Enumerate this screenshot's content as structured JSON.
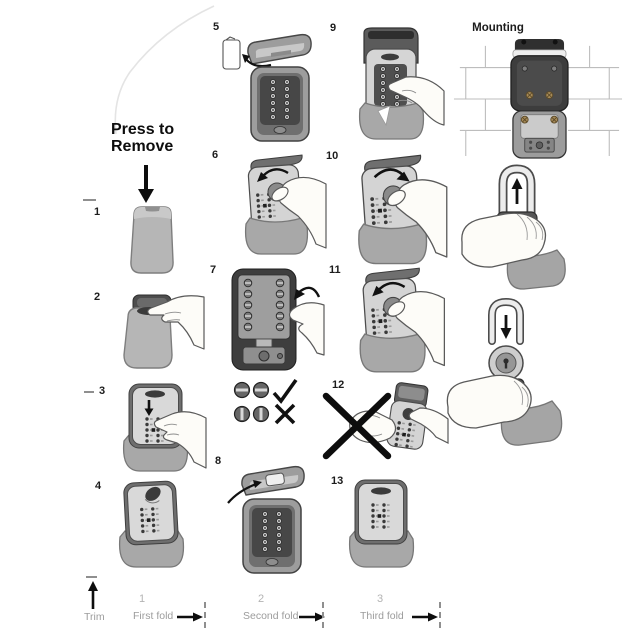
{
  "document": {
    "type": "printed instruction sheet",
    "background": "#ffffff"
  },
  "labels": {
    "press_to_remove": {
      "line1": "Press to",
      "line2": "Remove"
    },
    "mounting": "Mounting"
  },
  "steps": [
    {
      "number": "1",
      "illustration": "protective cover shell"
    },
    {
      "number": "2",
      "illustration": "hand lifting cover off lock box"
    },
    {
      "number": "3",
      "illustration": "finger pressing code buttons with down arrow"
    },
    {
      "number": "4",
      "illustration": "closed lock box with dial in cover"
    },
    {
      "number": "5",
      "illustration": "open lock box, card removed from lid"
    },
    {
      "number": "6",
      "illustration": "hand turning dial with curved arrow"
    },
    {
      "number": "7",
      "illustration": "fingers turning screws on back panel"
    },
    {
      "number": "8",
      "illustration": "key placed into lid compartment"
    },
    {
      "number": "9",
      "illustration": "finger entering code on open lock box"
    },
    {
      "number": "10",
      "illustration": "hand turning dial with curved arrow"
    },
    {
      "number": "11",
      "illustration": "hand turning dial with curved arrow"
    },
    {
      "number": "12",
      "illustration": "crossed out - do not press while holding in hand"
    },
    {
      "number": "13",
      "illustration": "closed lock box seated in cover"
    }
  ],
  "screw_orientation": {
    "correct_icon": "check",
    "incorrect_icon": "cross"
  },
  "mounting_figures": [
    "lock box open on brick wall fixed with four screws",
    "hand holding lock box with shackle pulled up (up arrow)",
    "shackle inserted down into round lock cylinder (down arrow)"
  ],
  "fold_guide": {
    "trim_label": "Trim",
    "panels": [
      {
        "number": "1",
        "label": "First fold"
      },
      {
        "number": "2",
        "label": "Second fold"
      },
      {
        "number": "3",
        "label": "Third fold"
      }
    ]
  },
  "colors": {
    "background": "#ffffff",
    "ink": "#111111",
    "device_gray": "#a8a8a8",
    "device_dark": "#3e3e3e",
    "face_light": "#d8d8d8",
    "muted_text": "#9c9c9c",
    "brass_screw": "#a68a58"
  }
}
